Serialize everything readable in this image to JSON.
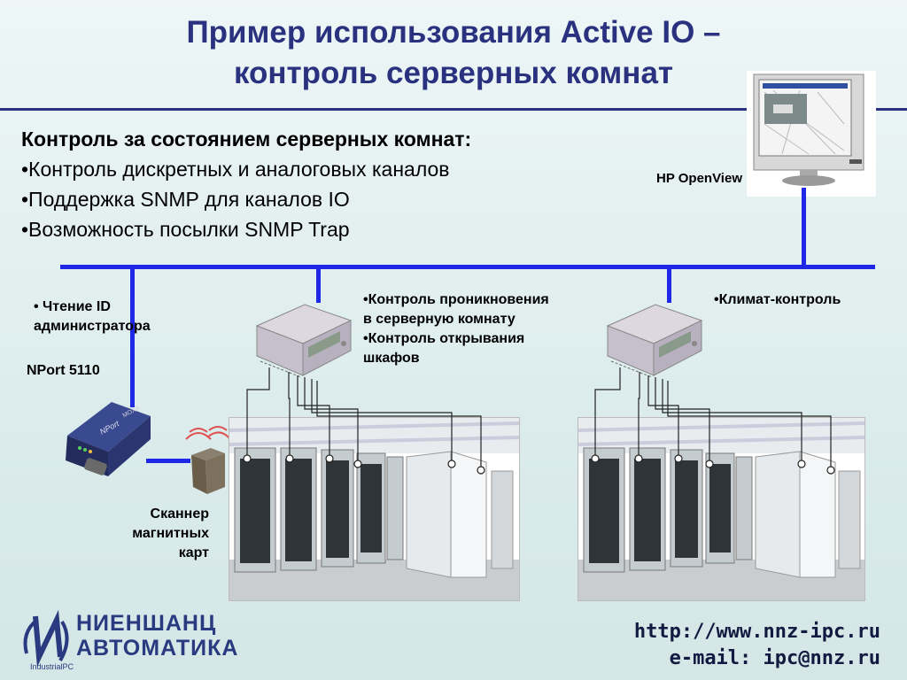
{
  "title_line1": "Пример использования Active IO –",
  "title_line2": "контроль серверных комнат",
  "intro": {
    "heading": "Контроль за состоянием серверных комнат:",
    "bullets": [
      "•Контроль дискретных и аналоговых каналов",
      "•Поддержка SNMP для каналов IO",
      "•Возможность посылки SNMP Trap"
    ]
  },
  "labels": {
    "hp_openview": "HP OpenView",
    "reading_id_1": "• Чтение ID",
    "reading_id_2": "администратора",
    "nport": "NPort 5110",
    "intrusion_1": "•Контроль проникновения",
    "intrusion_2": "в серверную комнату",
    "intrusion_3": "•Контроль открывания",
    "intrusion_4": "шкафов",
    "climate": "•Климат-контроль",
    "scanner_1": "Сканнер",
    "scanner_2": "магнитных",
    "scanner_3": "карт",
    "nport_device": "NPort",
    "moxa": "MOXA"
  },
  "logo": {
    "line1": "НИЕНШАНЦ",
    "line2": "АВТОМАТИКА",
    "sub": "IndustrialPC"
  },
  "contact": {
    "url": "http://www.nnz-ipc.ru",
    "email": "e-mail: ipc@nnz.ru"
  },
  "colors": {
    "title": "#2a3280",
    "bus": "#1e28e6"
  }
}
